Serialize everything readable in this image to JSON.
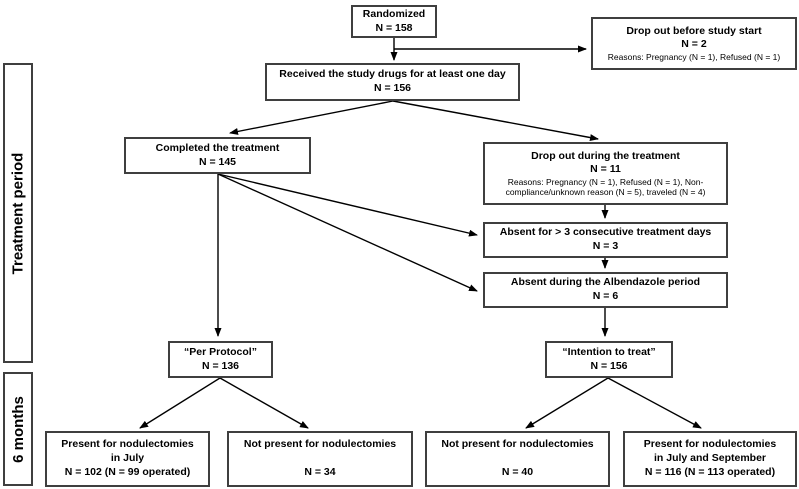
{
  "diagram": {
    "sidebar": {
      "treatment_period": "Treatment period",
      "six_months": "6 months"
    },
    "boxes": {
      "randomized": {
        "title": "Randomized",
        "n": "N = 158"
      },
      "dropout_before": {
        "title": "Drop out before study start",
        "n": "N = 2",
        "reasons": "Reasons: Pregnancy (N = 1), Refused (N = 1)"
      },
      "received": {
        "title": "Received the study drugs for at least one day",
        "n": "N = 156"
      },
      "completed": {
        "title": "Completed the treatment",
        "n": "N = 145"
      },
      "dropout_during": {
        "title": "Drop out during the treatment",
        "n": "N = 11",
        "reasons": "Reasons: Pregnancy (N = 1), Refused (N = 1), Non-compliance/unknown reason (N = 5), traveled (N = 4)"
      },
      "absent_consecutive": {
        "title": "Absent for > 3 consecutive treatment days",
        "n": "N = 3"
      },
      "absent_albendazole": {
        "title": "Absent during the Albendazole period",
        "n": "N = 6"
      },
      "per_protocol": {
        "title": "“Per Protocol”",
        "n": "N = 136"
      },
      "intention_to_treat": {
        "title": "“Intention to treat”",
        "n": "N = 156"
      },
      "present_july": {
        "title": "Present for nodulectomies",
        "subtitle": "in July",
        "n": "N = 102 (N = 99 operated)"
      },
      "not_present_july": {
        "title": "Not present for nodulectomies",
        "n": "N = 34"
      },
      "not_present_september": {
        "title": "Not present for nodulectomies",
        "n": "N = 40"
      },
      "present_july_september": {
        "title": "Present for nodulectomies",
        "subtitle": "in July and September",
        "n": "N = 116 (N = 113 operated)"
      }
    }
  }
}
